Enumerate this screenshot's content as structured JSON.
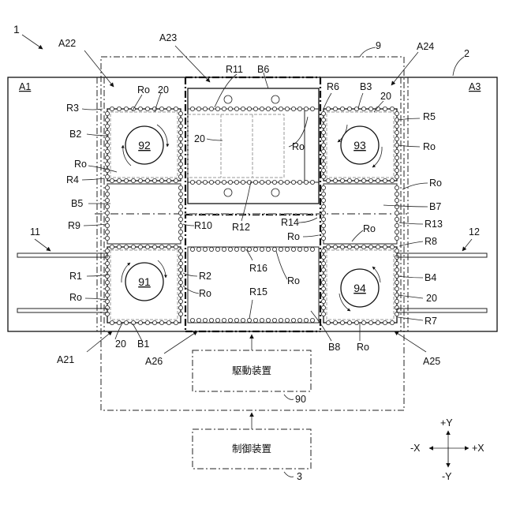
{
  "labels": {
    "fig_ref": "1",
    "area_a1": "A1",
    "area_a3": "A3",
    "a22": "A22",
    "a23": "A23",
    "a24": "A24",
    "a21": "A21",
    "a26": "A26",
    "a25": "A25",
    "housing_9": "9",
    "floor_2": "2",
    "r11": "R11",
    "b6": "B6",
    "ro_tl": "Ro",
    "n20_tl": "20",
    "r3": "R3",
    "b2": "B2",
    "r6": "R6",
    "b3": "B3",
    "n20_tr": "20",
    "r5": "R5",
    "ro_r1": "Ro",
    "n20_b6": "20",
    "ro_mid": "Ro",
    "ro_left1": "Ro",
    "r4": "R4",
    "ro_rb7": "Ro",
    "b5": "B5",
    "b7": "B7",
    "r10": "R10",
    "r12": "R12",
    "r14": "R14",
    "r9": "R9",
    "ro_r14": "Ro",
    "ro_b8top": "Ro",
    "r13": "R13",
    "n11": "11",
    "n12": "12",
    "r8": "R8",
    "r1": "R1",
    "r2": "R2",
    "r16": "R16",
    "b4": "B4",
    "ro_r2": "Ro",
    "ro_b8mid": "Ro",
    "ro_left2": "Ro",
    "r15": "R15",
    "n20_br": "20",
    "r7": "R7",
    "n20_bl": "20",
    "b1": "B1",
    "b8": "B8",
    "ro_bot": "Ro",
    "n90": "90",
    "n3": "3",
    "py": "+Y",
    "my": "-Y",
    "mx": "-X",
    "px": "+X"
  },
  "machines": {
    "m91": "91",
    "m92": "92",
    "m93": "93",
    "m94": "94"
  },
  "boxes": {
    "drive": "駆動装置",
    "control": "制御装置"
  },
  "colors": {
    "line": "#111111",
    "gray": "#9a9a9a",
    "background": "#ffffff"
  }
}
